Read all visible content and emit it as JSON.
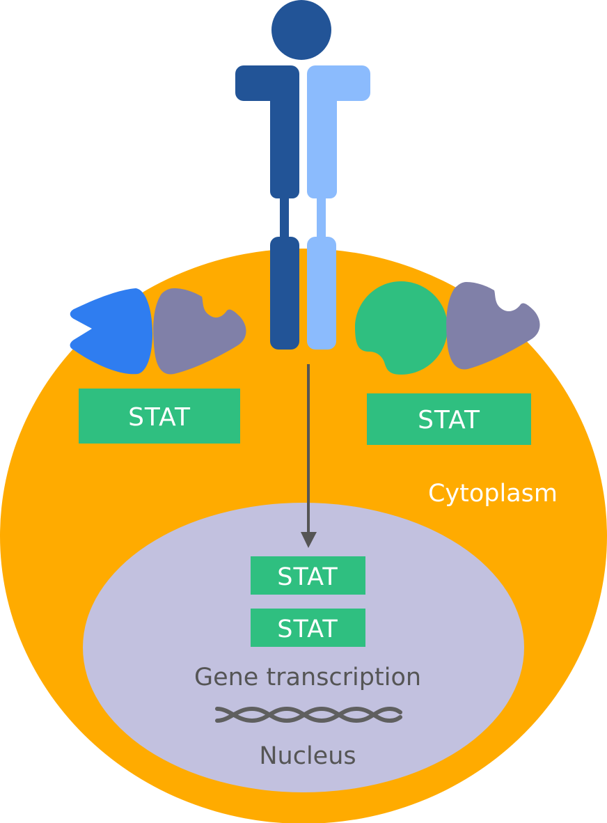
{
  "diagram": {
    "title": "JAK-STAT signaling pathway",
    "labels": {
      "cytoplasm": "Cytoplasm",
      "nucleus": "Nucleus",
      "gene_transcription": "Gene transcription",
      "stat_left": "STAT",
      "stat_right": "STAT",
      "stat_nuclear_1": "STAT",
      "stat_nuclear_2": "STAT"
    },
    "colors": {
      "cell": "#FFAB00",
      "nucleus": "#C2C1DF",
      "ligand": "#225497",
      "receptor_left": "#225497",
      "receptor_right": "#8BBBFD",
      "jak": "#8080A8",
      "kinase_blue": "#2F7DF0",
      "kinase_green": "#2FBF80",
      "stat": "#2FBF80",
      "arrow": "#555555",
      "dna": "#5F5F5F"
    },
    "components": [
      "ligand",
      "receptor-left",
      "receptor-right",
      "blue-protein",
      "jak-left",
      "green-protein",
      "jak-right",
      "stat-left",
      "stat-right",
      "translocation-arrow",
      "stat-dimer",
      "dna-helix"
    ]
  }
}
